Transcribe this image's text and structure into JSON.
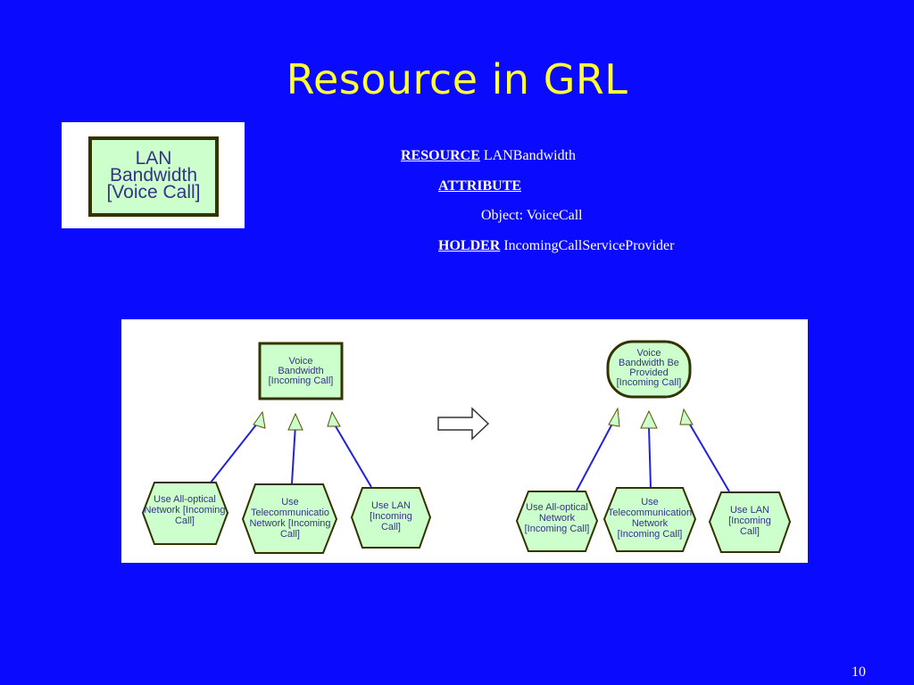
{
  "slide": {
    "title": "Resource in GRL",
    "page_number": "10"
  },
  "legend_element": {
    "lines": [
      "LAN",
      "Bandwidth",
      "[Voice Call]"
    ]
  },
  "definition": {
    "resource_keyword": "RESOURCE",
    "resource_name": "LANBandwidth",
    "attribute_keyword": "ATTRIBUTE",
    "attribute_value": "Object: VoiceCall",
    "holder_keyword": "HOLDER",
    "holder_name": "IncomingCallServiceProvider"
  },
  "diagram_before": {
    "root": [
      "Voice",
      "Bandwidth",
      "[Incoming Call]"
    ],
    "left": [
      "Use All-optical",
      "Network [Incoming",
      "Call]"
    ],
    "middle": [
      "Use",
      "Telecommunicatio",
      "Network [Incoming",
      "Call]"
    ],
    "right": [
      "Use LAN",
      "[Incoming",
      "Call]"
    ]
  },
  "diagram_after": {
    "root": [
      "Voice",
      "Bandwidth Be",
      "Provided",
      "[Incoming Call]"
    ],
    "left": [
      "Use All-optical",
      "Network",
      "[Incoming Call]"
    ],
    "middle": [
      "Use",
      "Telecommunication",
      "Network",
      "[Incoming Call]"
    ],
    "right": [
      "Use LAN",
      "[Incoming",
      "Call]"
    ]
  },
  "colors": {
    "background": "#0a0aff",
    "title": "#ffff33",
    "node_fill": "#ccffcc",
    "node_border": "#333300",
    "link": "#2222dd"
  }
}
